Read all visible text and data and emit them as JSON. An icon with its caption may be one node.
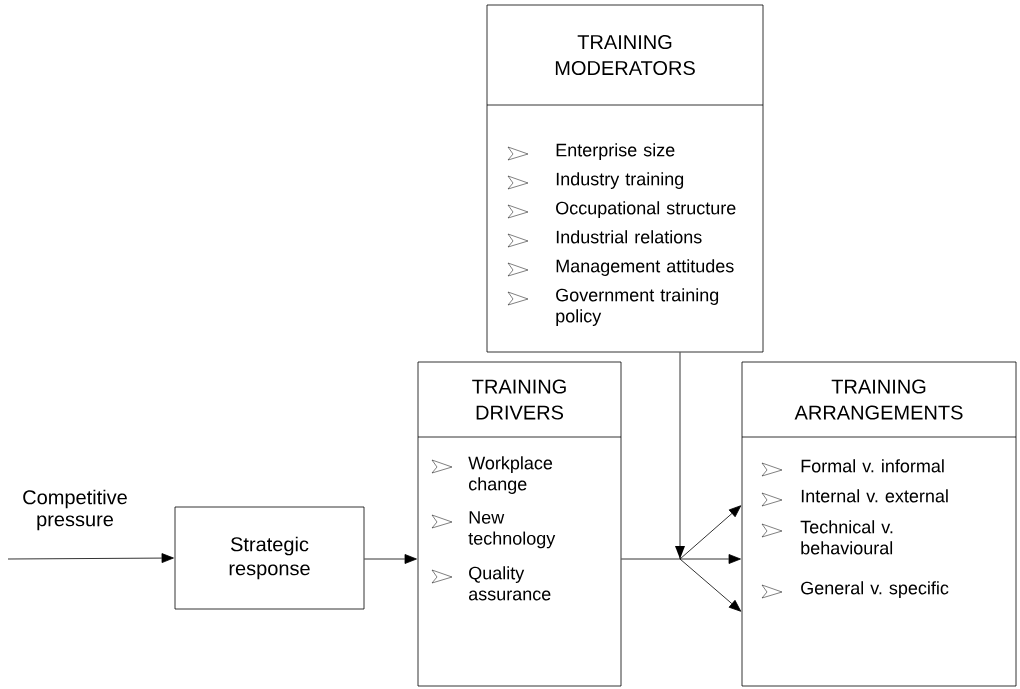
{
  "diagram": {
    "nodes": [
      {
        "text": [
          "Strategic response"
        ]
      },
      {
        "text": [
          "TRAINING DRIVERS",
          "Workplace change",
          "New technology",
          "Quality assurance"
        ]
      },
      {
        "text": [
          "TRAINING MODERATORS",
          "Enterprise size",
          "Industry training",
          "Occupational structure",
          "Industrial relations",
          "Management attitudes",
          "Government training policy"
        ]
      },
      {
        "text": [
          "TRAINING ARRANGEMENTS",
          "Formal v. informal",
          "Internal v. external",
          "Technical v. behavioural",
          "General v. specific"
        ]
      }
    ],
    "edges": [
      {
        "from": null,
        "to": 0,
        "arrow": "to",
        "label": "Competitive pressure"
      },
      {
        "from": 0,
        "to": 1,
        "arrow": "to"
      },
      {
        "from": 1,
        "to": 3,
        "arrow": "to"
      },
      {
        "from": 2,
        "to": 3,
        "arrow": "to"
      }
    ]
  }
}
